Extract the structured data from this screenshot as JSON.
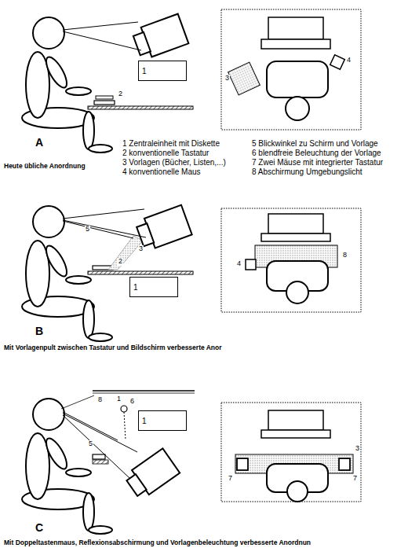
{
  "diagram": {
    "nodes": [
      {
        "text": [
          "1"
        ]
      },
      {
        "text": [
          "1"
        ]
      },
      {
        "text": [
          "1"
        ]
      }
    ],
    "labels": [
      "A",
      "1 Zentraleinheit mit Diskette",
      "2 konventionelle Tastatur",
      "3 Vorlagen (Bücher, Listen,...)",
      "4 konventionelle Maus",
      "5 Blickwinkel zu Schirm und Vorlage",
      "6 blendfreie Beleuchtung der Vorlage",
      "7 Zwei Mäuse mit integrierter Tastatur",
      "8 Abschirmung Umgebungslicht",
      "Heute übliche Anordnung",
      "2",
      "3",
      "4",
      "B",
      "Mit Vorlagenpult zwischen Tastatur und Bildschirm verbesserte Anor",
      "5",
      "3",
      "2",
      "4",
      "8",
      "C",
      "Mit Doppeltastenmaus, Reflexionsabschirmung und Vorlagenbeleuchtung verbesserte Anordnun",
      "8",
      "1",
      "6",
      "5",
      "3",
      "7",
      "7"
    ]
  }
}
